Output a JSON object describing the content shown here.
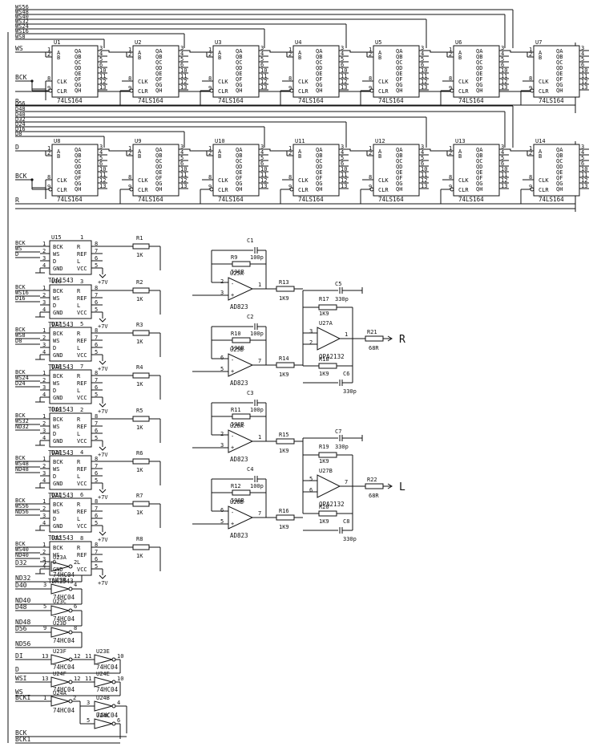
{
  "schematic": {
    "top_bus_labels": [
      "WS56",
      "WS48",
      "WS40",
      "WS32",
      "WS24",
      "WS16",
      "WS8"
    ],
    "mid_bus_labels": [
      "D56",
      "D48",
      "D40",
      "D32",
      "D24",
      "D16",
      "D8"
    ],
    "row1_inputs": [
      "WS",
      "BCK",
      "R"
    ],
    "row2_inputs": [
      "D",
      "BCK",
      "R"
    ],
    "shift_registers_row1": [
      "U1",
      "U2",
      "U3",
      "U4",
      "U5",
      "U6",
      "U7"
    ],
    "shift_registers_row2": [
      "U8",
      "U9",
      "U10",
      "U11",
      "U12",
      "U13",
      "U14"
    ],
    "shift_register_part": "74LS164",
    "sr_pins_left": [
      "A",
      "B",
      "CLK",
      "CLR"
    ],
    "sr_pins_right": [
      "QA",
      "QB",
      "QC",
      "QD",
      "QE",
      "QF",
      "QG",
      "QH"
    ],
    "sr_pin_numbers_right": [
      "3",
      "4",
      "5",
      "6",
      "10",
      "11",
      "12",
      "13"
    ],
    "sr_pin_numbers_left": [
      "1",
      "2",
      "8",
      "9"
    ],
    "dacs": [
      {
        "ref": "U15",
        "n": "1",
        "inputs": [
          "BCK",
          "WS",
          "D"
        ]
      },
      {
        "ref": "U16",
        "n": "3",
        "inputs": [
          "BCK",
          "WS16",
          "D16"
        ]
      },
      {
        "ref": "U17",
        "n": "5",
        "inputs": [
          "BCK",
          "WS8",
          "D8"
        ]
      },
      {
        "ref": "U18",
        "n": "7",
        "inputs": [
          "BCK",
          "WS24",
          "D24"
        ]
      },
      {
        "ref": "U19",
        "n": "2",
        "inputs": [
          "BCK",
          "WS32",
          "ND32"
        ]
      },
      {
        "ref": "U20",
        "n": "4",
        "inputs": [
          "BCK",
          "WS48",
          "ND48"
        ]
      },
      {
        "ref": "U21",
        "n": "6",
        "inputs": [
          "BCK",
          "WS56",
          "ND56"
        ]
      },
      {
        "ref": "U22",
        "n": "8",
        "inputs": [
          "BCK",
          "WS40",
          "ND40"
        ]
      }
    ],
    "dac_part": "TDA1543",
    "dac_pins_left": [
      "BCK",
      "WS",
      "D",
      "GND"
    ],
    "dac_pins_right": [
      "R",
      "REF",
      "L",
      "VCC"
    ],
    "dac_supply": "+7V",
    "resistors_1k": [
      "R1",
      "R2",
      "R3",
      "R4",
      "R5",
      "R6",
      "R7",
      "R8"
    ],
    "resistor_1k_value": "1K",
    "opamp_stages": [
      {
        "ref": "U25A",
        "c": "C1",
        "cval": "100p",
        "r": "R9",
        "rval": "590R",
        "rout": "R13",
        "pins": [
          "2",
          "3",
          "1"
        ]
      },
      {
        "ref": "U25B",
        "c": "C2",
        "cval": "100p",
        "r": "R10",
        "rval": "590R",
        "rout": "R14",
        "pins": [
          "6",
          "5",
          "7"
        ]
      },
      {
        "ref": "U26A",
        "c": "C3",
        "cval": "100p",
        "r": "R11",
        "rval": "590R",
        "rout": "R15",
        "pins": [
          "2",
          "3",
          "1"
        ]
      },
      {
        "ref": "U26B",
        "c": "C4",
        "cval": "100p",
        "r": "R12",
        "rval": "590R",
        "rout": "R16",
        "pins": [
          "6",
          "5",
          "7"
        ]
      }
    ],
    "opamp_part": "AD823",
    "rout_value": "1K9",
    "output_stages": [
      {
        "ref": "U27A",
        "cap_top": "C5",
        "r_fb": "R17",
        "r_in": "R18",
        "cap_bot": "C6",
        "rout": "R21",
        "channel": "R",
        "pins": [
          "3",
          "2",
          "1"
        ]
      },
      {
        "ref": "U27B",
        "cap_top": "C7",
        "r_fb": "R19",
        "r_in": "R20",
        "cap_bot": "C8",
        "rout": "R22",
        "channel": "L",
        "pins": [
          "5",
          "6",
          "7"
        ]
      }
    ],
    "output_part": "OPA2132",
    "cap_330_value": "330p",
    "r_out_value": "68R",
    "inverters": [
      {
        "ref": "U23A",
        "in": "D32",
        "out": "ND32",
        "pin_in": "1",
        "pin_out": "2"
      },
      {
        "ref": "U23B",
        "in": "D40",
        "out": "ND40",
        "pin_in": "3",
        "pin_out": "4"
      },
      {
        "ref": "U23C",
        "in": "D48",
        "out": "ND48",
        "pin_in": "5",
        "pin_out": "6"
      },
      {
        "ref": "U23D",
        "in": "D56",
        "out": "ND56",
        "pin_in": "9",
        "pin_out": "8"
      }
    ],
    "inverter_part": "74HC04",
    "buffer_pairs": [
      {
        "in": "DI",
        "out": "D",
        "a": "U23F",
        "b": "U23E",
        "pins": [
          "13",
          "12",
          "11",
          "10"
        ]
      },
      {
        "in": "WSI",
        "out": "WS",
        "a": "U24F",
        "b": "U24E",
        "pins": [
          "13",
          "12",
          "11",
          "10"
        ]
      }
    ],
    "clock_buffers": {
      "in": "BCKI",
      "refs": [
        "U24A",
        "U24B",
        "U24C"
      ],
      "pins": [
        "1",
        "2",
        "3",
        "4",
        "5",
        "6"
      ]
    },
    "bottom_labels": [
      "BCK",
      "BCK1"
    ]
  }
}
